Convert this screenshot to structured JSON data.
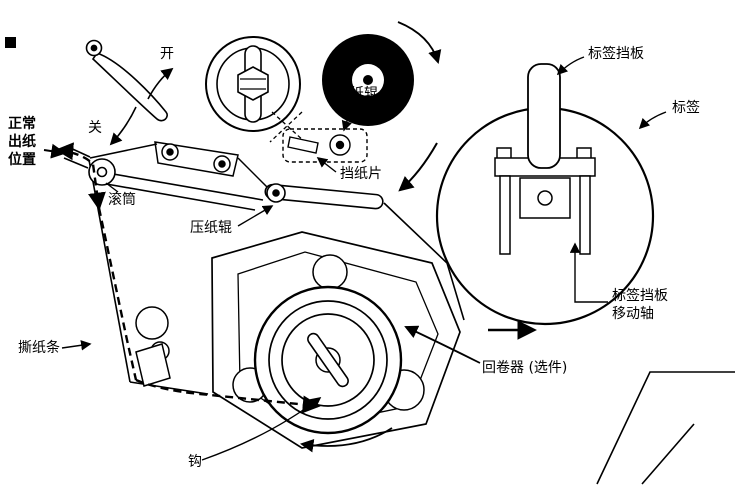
{
  "diagram": {
    "labels": {
      "open": "开",
      "close": "关",
      "normal_exit": {
        "line1": "正常",
        "line2": "出纸",
        "line3": "位置"
      },
      "platen_roller": "滚筒",
      "pinch_roller_top": "压纸辊",
      "paper_stop": "挡纸片",
      "pinch_roller_left": "压纸辊",
      "label_baffle": "标签挡板",
      "label_roll": "标签",
      "baffle_shaft": {
        "line1": "标签挡板",
        "line2": "移动轴"
      },
      "rewinder": "回卷器 (选件)",
      "tear_bar": "撕纸条",
      "hook": "钩"
    },
    "colors": {
      "line": "#000000",
      "background": "#ffffff"
    }
  }
}
